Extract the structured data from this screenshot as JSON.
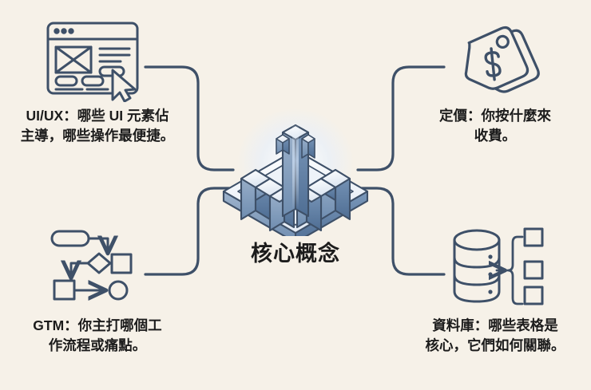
{
  "canvas": {
    "background_color": "#f6f1e8",
    "line_color": "#3e5068",
    "text_color": "#1c1c1c"
  },
  "center": {
    "label": "核心概念",
    "icon_name": "isometric-blocks-icon",
    "accent_color": "#5b79a0"
  },
  "branches": [
    {
      "id": "ui-ux",
      "icon_name": "wireframe-browser-cursor-icon",
      "line1": "UI/UX：哪些 UI 元素佔",
      "line2": "主導，哪些操作最便捷。"
    },
    {
      "id": "pricing",
      "icon_name": "price-tag-dollar-icon",
      "line1": "定價：你按什麼來",
      "line2": "收費。"
    },
    {
      "id": "gtm",
      "icon_name": "flowchart-icon",
      "line1": "GTM：你主打哪個工",
      "line2": "作流程或痛點。"
    },
    {
      "id": "database",
      "icon_name": "database-schema-icon",
      "line1": "資料庫：哪些表格是",
      "line2": "核心，它們如何關聯。"
    }
  ]
}
